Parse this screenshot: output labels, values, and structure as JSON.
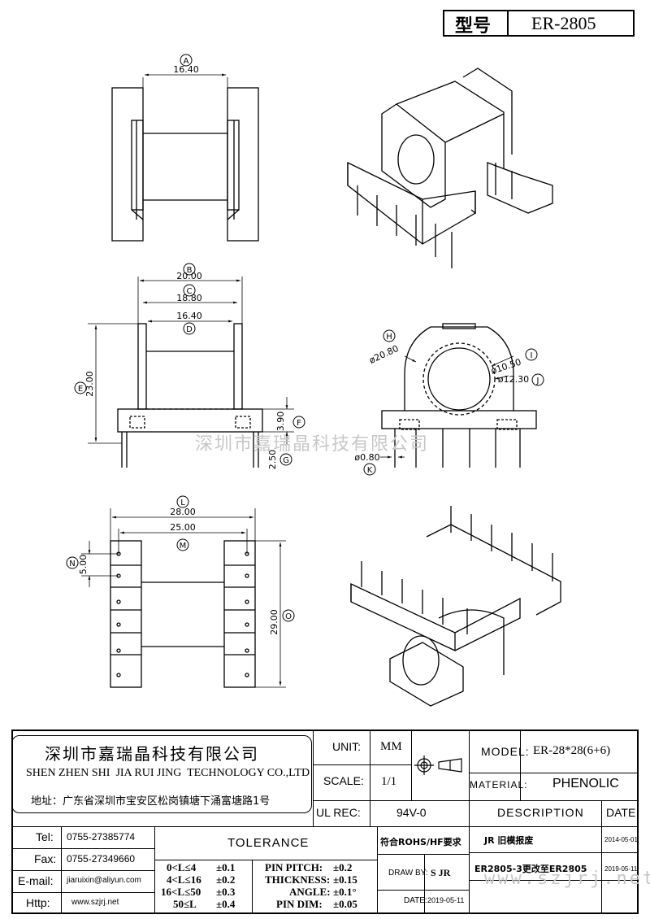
{
  "title_block": {
    "model_label_cn": "型号",
    "model_value": "ER-2805"
  },
  "drawing": {
    "top_view": {
      "dim_a_label": "A",
      "dim_a_value": "16.40"
    },
    "front_view": {
      "dim_b_label": "B",
      "dim_b_value": "20.00",
      "dim_c_label": "C",
      "dim_c_value": "18.80",
      "dim_d_label": "D",
      "dim_d_value": "16.40",
      "dim_e_label": "E",
      "dim_e_value": "23.00",
      "dim_f_label": "F",
      "dim_f_value": "3.90",
      "dim_g_label": "G",
      "dim_g_value": "2.50"
    },
    "side_view": {
      "dim_h_label": "H",
      "dim_h_value": "ø20.80",
      "dim_i_label": "I",
      "dim_i_value": "ø10.50",
      "dim_j_label": "J",
      "dim_j_value": "ø12.30",
      "dim_k_label": "K",
      "dim_k_value": "ø0.80"
    },
    "bottom_view": {
      "dim_l_label": "L",
      "dim_l_value": "28.00",
      "dim_m_label": "M",
      "dim_m_value": "25.00",
      "dim_n_label": "N",
      "dim_n_value": "5.00",
      "dim_o_label": "O",
      "dim_o_value": "29.00"
    }
  },
  "watermarks": {
    "center": "深圳市嘉瑞晶科技有限公司",
    "bottom_right": "www.szjrj.net"
  },
  "company": {
    "name_cn": "深圳市嘉瑞晶科技有限公司",
    "name_en": "SHEN ZHEN SHI  JIA RUI JING  TECHNOLOGY CO.,LTD",
    "address": "地址：广东省深圳市宝安区松岗镇塘下涌富塘路1号"
  },
  "contacts": [
    {
      "label": "Tel:",
      "value": "0755-27385774"
    },
    {
      "label": "Fax:",
      "value": "0755-27349660"
    },
    {
      "label": "E-mail:",
      "value": "jiaruixin@aliyun.com"
    },
    {
      "label": "Http:",
      "value": "www.szjrj.net"
    }
  ],
  "unit": {
    "label": "UNIT:",
    "value": "MM"
  },
  "scale": {
    "label": "SCALE:",
    "value": "1/1"
  },
  "ul_rec": {
    "label": "UL REC:",
    "value": "94V-0"
  },
  "model": {
    "label": "MODEL:",
    "value": "ER-28*28(6+6)"
  },
  "material": {
    "label": "MATERIAL:",
    "value": "PHENOLIC"
  },
  "tolerance": {
    "title": "TOLERANCE",
    "rows": [
      {
        "range": "0<L≤4",
        "tol": "±0.1"
      },
      {
        "range": "4<L≤16",
        "tol": "±0.2"
      },
      {
        "range": "16<L≤50",
        "tol": "±0.3"
      },
      {
        "range": "50≤L",
        "tol": "±0.4"
      }
    ],
    "right_rows": [
      {
        "label": "PIN PITCH:",
        "tol": "±0.2"
      },
      {
        "label": "THICKNESS:",
        "tol": "±0.15"
      },
      {
        "label": "ANGLE:",
        "tol": "±0.1°"
      },
      {
        "label": "PIN DIM:",
        "tol": "±0.05"
      }
    ]
  },
  "compliance": "符合ROHS/HF要求",
  "draw_by": {
    "label": "DRAW BY:",
    "value": "S JR"
  },
  "date_row": {
    "label": "DATE:",
    "value": "2019-05-11"
  },
  "description": {
    "header": "DESCRIPTION",
    "date_header": "DATE",
    "rows": [
      {
        "text": "JR 旧模报废",
        "date": "2014-05-01"
      },
      {
        "text": "ER2805-3更改至ER2805",
        "date": "2019-05-11"
      }
    ]
  }
}
